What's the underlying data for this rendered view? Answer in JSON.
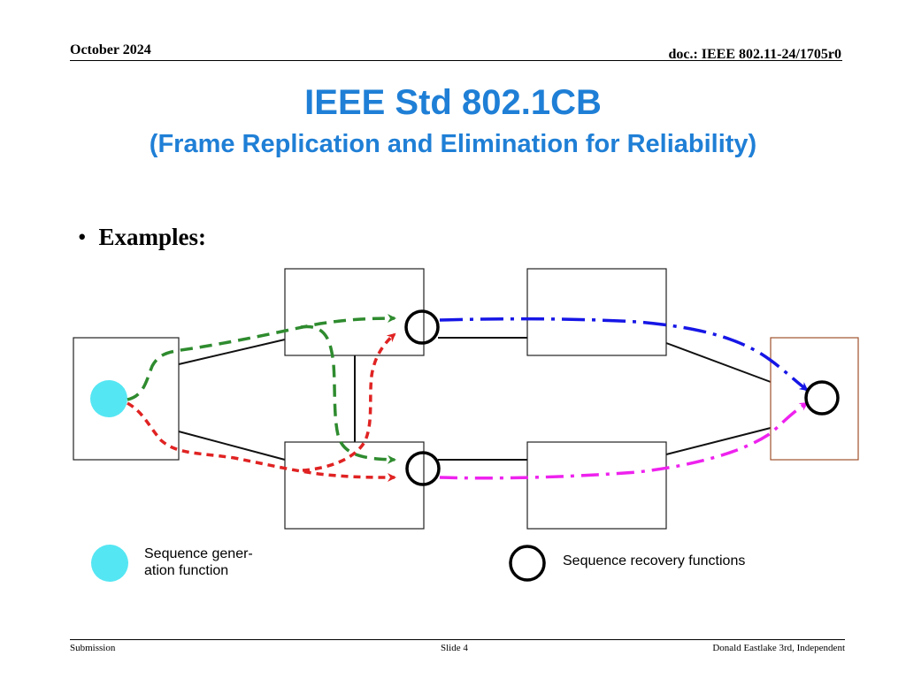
{
  "header": {
    "date": "October 2024",
    "doc": "doc.: IEEE 802.11-24/1705r0"
  },
  "title": "IEEE Std 802.1CB",
  "subtitle": "(Frame Replication and Elimination for Reliability)",
  "bullet": "Examples:",
  "legend": {
    "generation": "Sequence gener-\nation function",
    "recovery": "Sequence recovery functions"
  },
  "colors": {
    "title": "#1f7fd6",
    "generation_fill": "#55e6f3",
    "green_path": "#2e8b2e",
    "red_path": "#e02222",
    "blue_path": "#1616e6",
    "magenta_path": "#ee22ee",
    "end_node_border": "#a0522d"
  },
  "footer": {
    "left": "Submission",
    "center": "Slide 4",
    "right": "Donald Eastlake 3rd, Independent"
  }
}
